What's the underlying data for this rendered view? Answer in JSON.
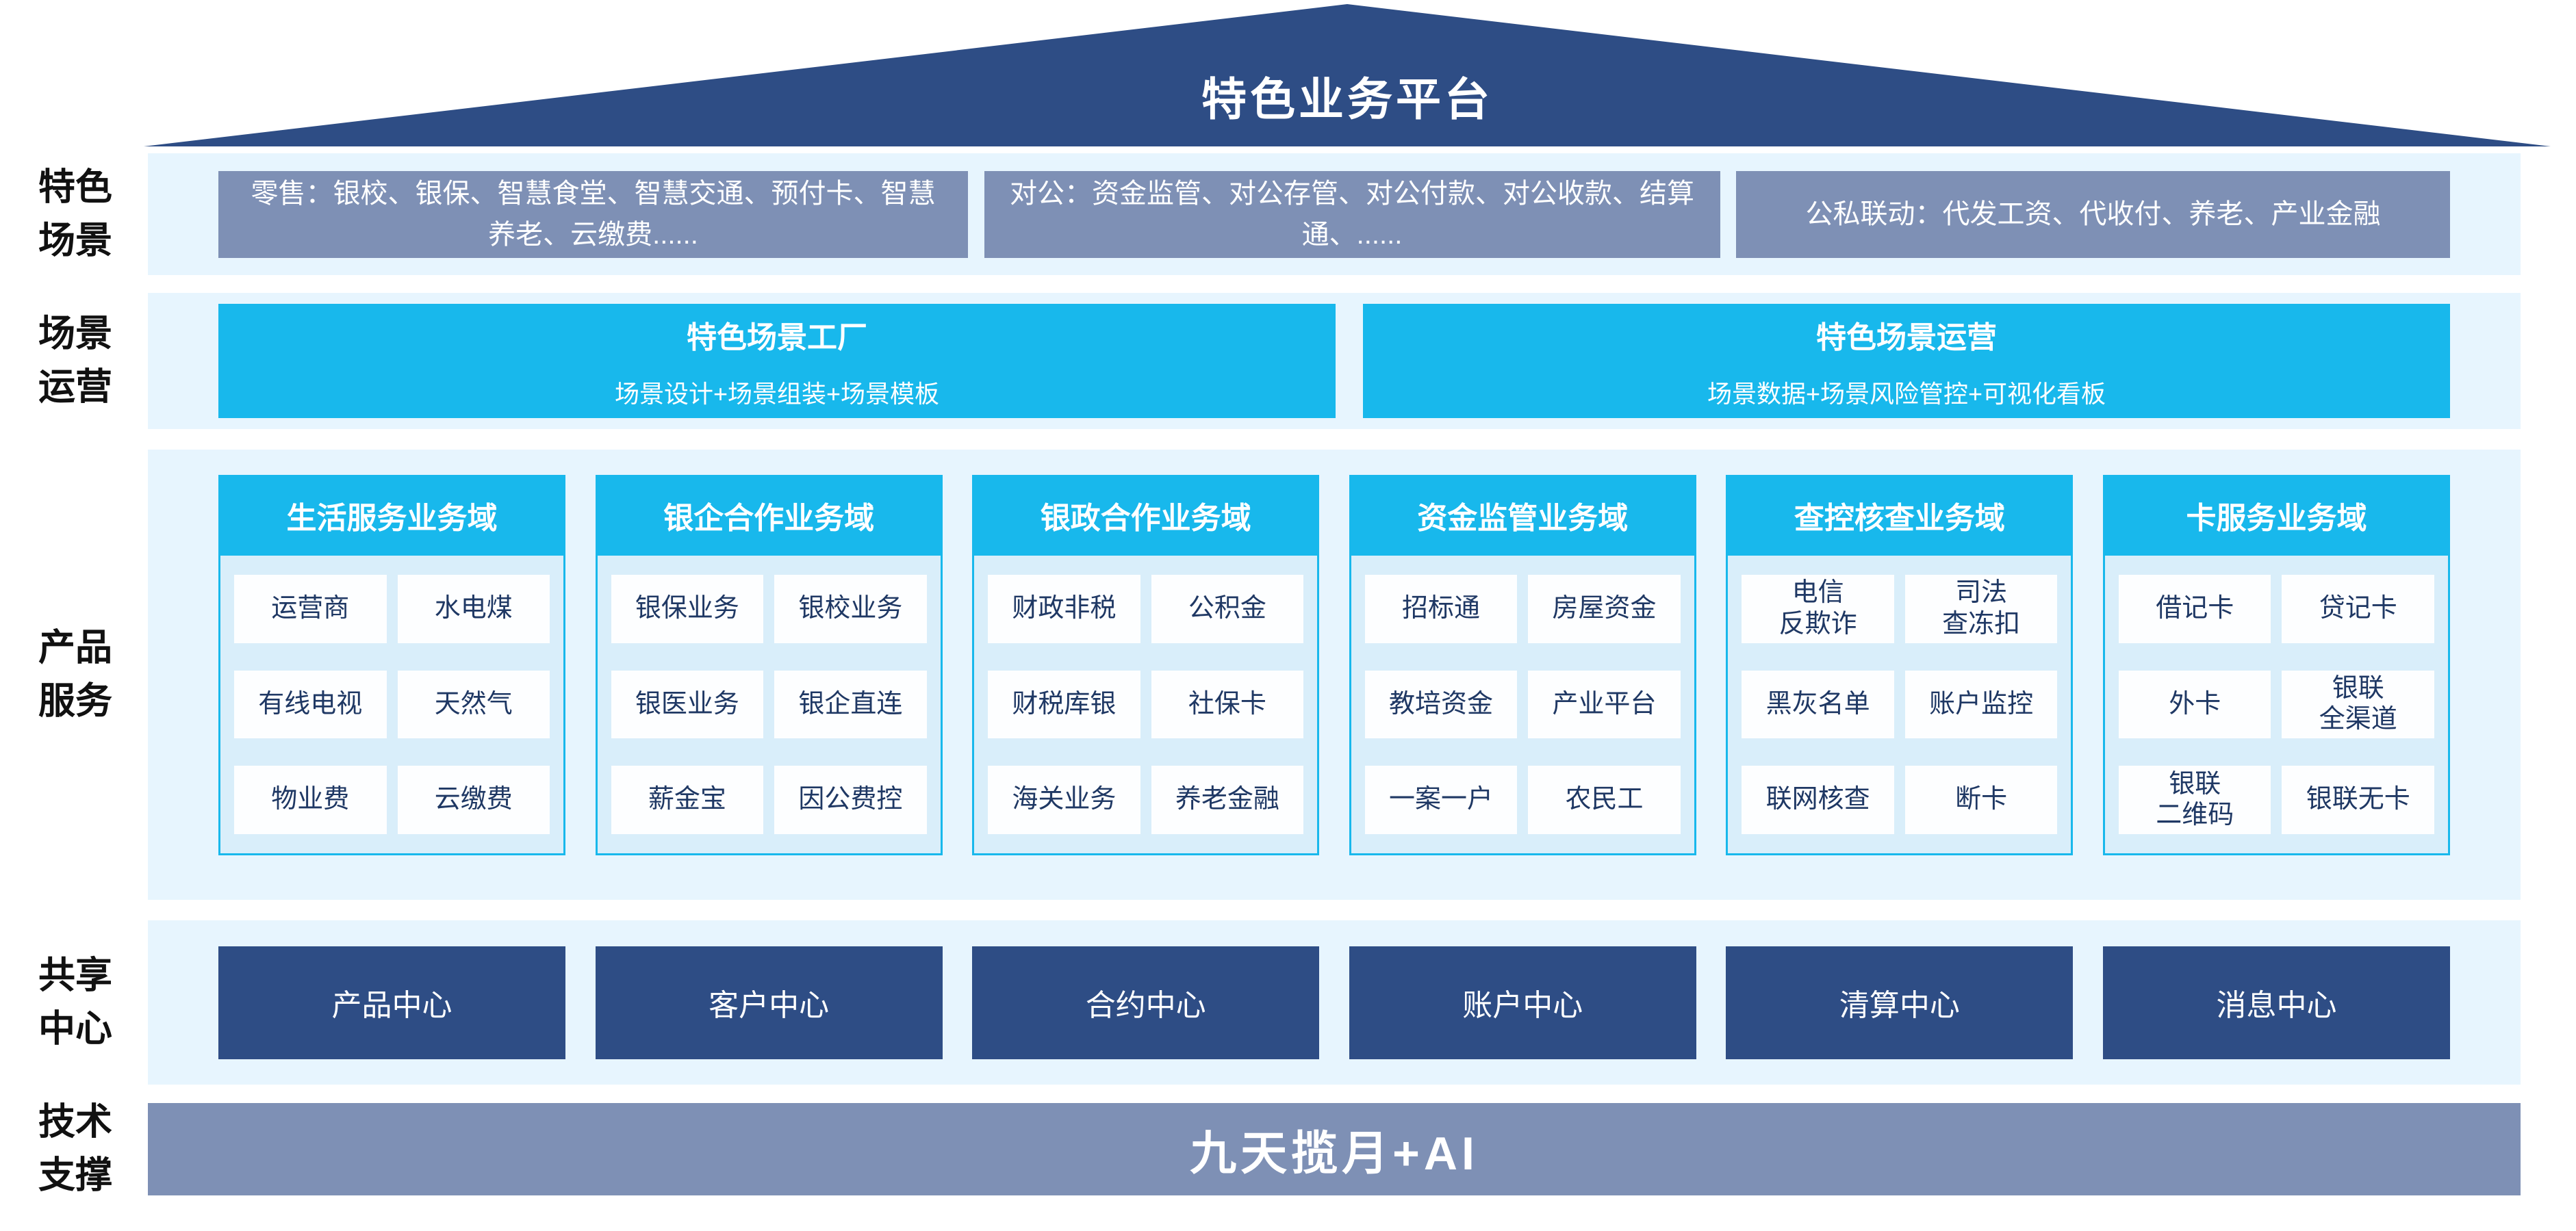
{
  "page": {
    "title": "特色业务平台",
    "tech_support": "九天揽月+AI"
  },
  "side_labels": [
    "特色\n场景",
    "场景\n运营",
    "产品\n服务",
    "共享\n中心",
    "技术\n支撑"
  ],
  "scenarios": {
    "items": [
      "零售：银校、银保、智慧食堂、智慧交通、预付卡、智慧养老、云缴费......",
      "对公：资金监管、对公存管、对公付款、对公收款、结算通、......",
      "公私联动：代发工资、代收付、养老、产业金融"
    ]
  },
  "operations": {
    "items": [
      {
        "title": "特色场景工厂",
        "subtitle": "场景设计+场景组装+场景模板"
      },
      {
        "title": "特色场景运营",
        "subtitle": "场景数据+场景风险管控+可视化看板"
      }
    ]
  },
  "products": {
    "columns": [
      {
        "header": "生活服务业务域",
        "cells": [
          "运营商",
          "水电煤",
          "有线电视",
          "天然气",
          "物业费",
          "云缴费"
        ]
      },
      {
        "header": "银企合作业务域",
        "cells": [
          "银保业务",
          "银校业务",
          "银医业务",
          "银企直连",
          "薪金宝",
          "因公费控"
        ]
      },
      {
        "header": "银政合作业务域",
        "cells": [
          "财政非税",
          "公积金",
          "财税库银",
          "社保卡",
          "海关业务",
          "养老金融"
        ]
      },
      {
        "header": "资金监管业务域",
        "cells": [
          "招标通",
          "房屋资金",
          "教培资金",
          "产业平台",
          "一案一户",
          "农民工"
        ]
      },
      {
        "header": "查控核查业务域",
        "cells": [
          "电信\n反欺诈",
          "司法\n查冻扣",
          "黑灰名单",
          "账户监控",
          "联网核查",
          "断卡"
        ]
      },
      {
        "header": "卡服务业务域",
        "cells": [
          "借记卡",
          "贷记卡",
          "外卡",
          "银联\n全渠道",
          "银联\n二维码",
          "银联无卡"
        ]
      }
    ]
  },
  "centers": {
    "items": [
      "产品中心",
      "客户中心",
      "合约中心",
      "账户中心",
      "清算中心",
      "消息中心"
    ]
  },
  "colors": {
    "navy": "#2E4D85",
    "slate": "#7E90B5",
    "cyan": "#18B8EC",
    "band_background": "#E7F5FE",
    "column_body_background": "#D9EEFA",
    "cell_background": "#FDFEFF",
    "cell_text": "#1F3864"
  }
}
